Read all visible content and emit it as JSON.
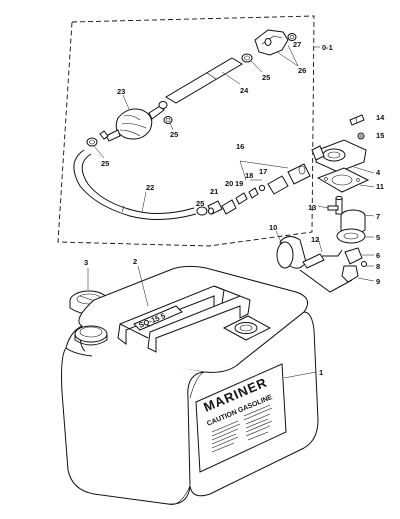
{
  "diagram": {
    "callouts": [
      {
        "id": "c1",
        "text": "1"
      },
      {
        "id": "c2",
        "text": "2"
      },
      {
        "id": "c3",
        "text": "3"
      },
      {
        "id": "c4",
        "text": "4"
      },
      {
        "id": "c5",
        "text": "5"
      },
      {
        "id": "c6",
        "text": "6"
      },
      {
        "id": "c7",
        "text": "7"
      },
      {
        "id": "c8",
        "text": "8"
      },
      {
        "id": "c9",
        "text": "9"
      },
      {
        "id": "c10",
        "text": "10"
      },
      {
        "id": "c11",
        "text": "11"
      },
      {
        "id": "c12",
        "text": "12"
      },
      {
        "id": "c13",
        "text": "13"
      },
      {
        "id": "c14",
        "text": "14"
      },
      {
        "id": "c15",
        "text": "15"
      },
      {
        "id": "c16",
        "text": "16"
      },
      {
        "id": "c17",
        "text": "17"
      },
      {
        "id": "c18",
        "text": "18"
      },
      {
        "id": "c19",
        "text": "19"
      },
      {
        "id": "c20",
        "text": "20"
      },
      {
        "id": "c21",
        "text": "21"
      },
      {
        "id": "c22",
        "text": "22"
      },
      {
        "id": "c23",
        "text": "23"
      },
      {
        "id": "c24",
        "text": "24"
      },
      {
        "id": "c25a",
        "text": "25"
      },
      {
        "id": "c25b",
        "text": "25"
      },
      {
        "id": "c25c",
        "text": "25"
      },
      {
        "id": "c25d",
        "text": "25"
      },
      {
        "id": "c26",
        "text": "26"
      },
      {
        "id": "c27",
        "text": "27"
      },
      {
        "id": "c01",
        "text": "0-1"
      }
    ],
    "tank_label": {
      "brand": "MARINER",
      "caution": "CAUTION GASOLINE"
    },
    "handle_plate_text": "SQ-15 5"
  }
}
